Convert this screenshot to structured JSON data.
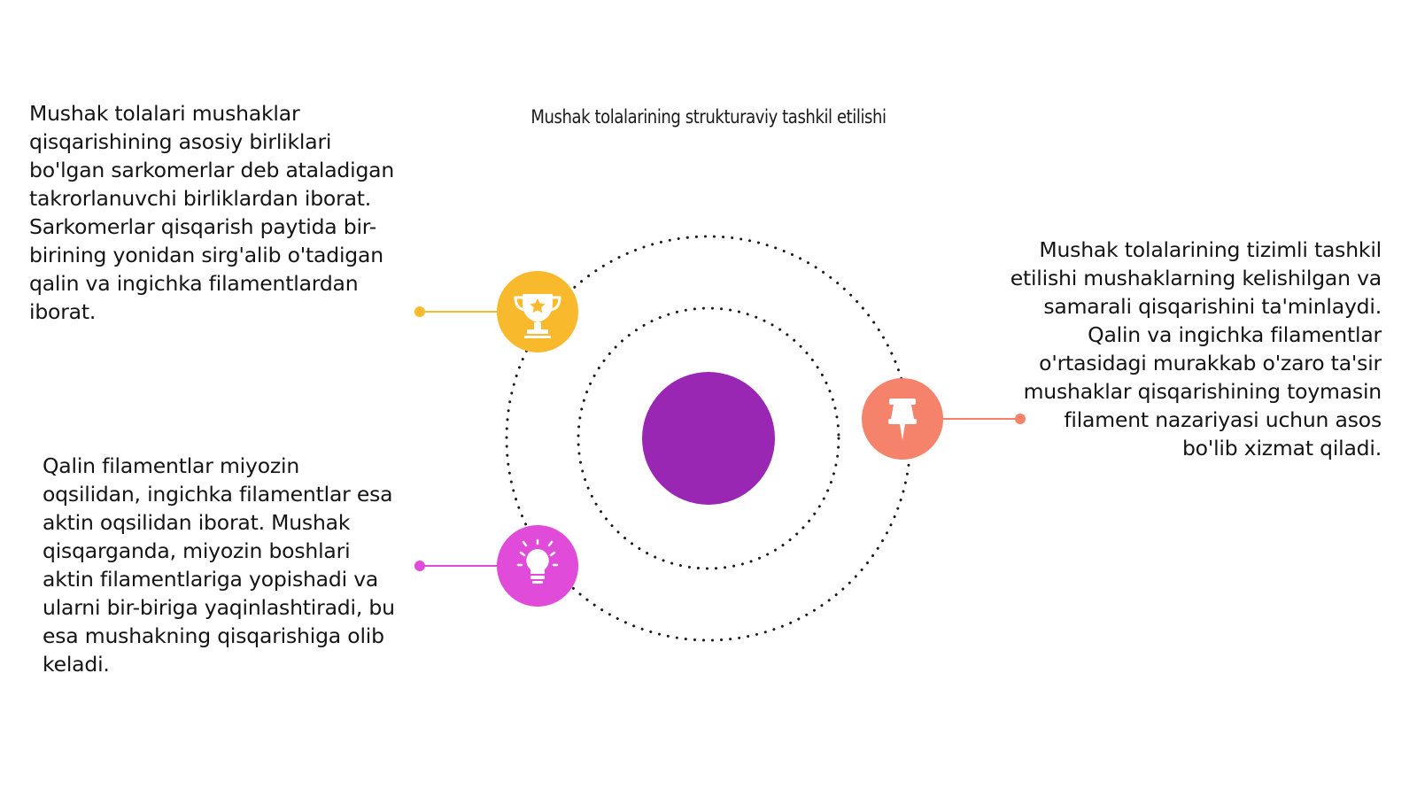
{
  "title": "Mushak tolalarining strukturaviy tashkil etilishi",
  "blocks": {
    "top_left": "Mushak tolalari mushaklar qisqarishining asosiy birliklari bo'lgan sarkomerlar deb ataladigan takrorlanuvchi birliklardan iborat. Sarkomerlar qisqarish paytida bir-birining yonidan sirg'alib o'tadigan qalin va ingichka filamentlardan iborat.",
    "bottom_left": "Qalin filamentlar miyozin oqsilidan, ingichka filamentlar esa aktin oqsilidan iborat. Mushak qisqarganda, miyozin boshlari aktin filamentlariga yopishadi va ularni bir-biriga yaqinlashtiradi, bu esa mushakning qisqarishiga olib keladi.",
    "right": "Mushak tolalarining tizimli tashkil etilishi mushaklarning kelishilgan va samarali qisqarishini ta'minlaydi. Qalin va ingichka filamentlar o'rtasidagi murakkab o'zaro ta'sir mushaklar qisqarishining toymasin filament nazariyasi uchun asos bo'lib xizmat qiladi."
  },
  "nodes": [
    {
      "icon": "trophy-icon",
      "color": "#F9B92C"
    },
    {
      "icon": "lightbulb-icon",
      "color": "#E04BD9"
    },
    {
      "icon": "pushpin-icon",
      "color": "#F5826A"
    }
  ],
  "center_color": "#9A26B4"
}
